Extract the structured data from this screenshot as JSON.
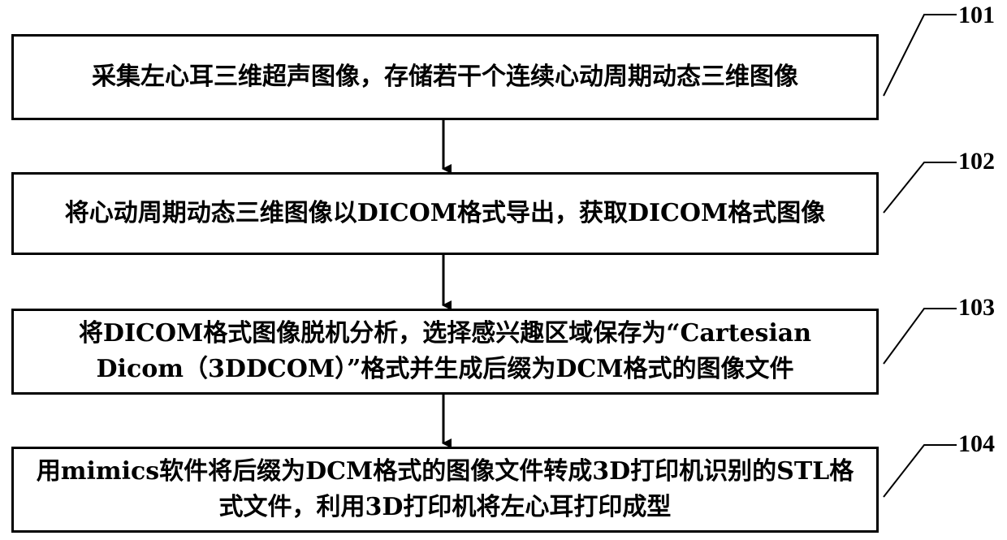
{
  "steps": [
    {
      "number": "101",
      "lines": [
        "采集左心耳三维超声图像，存储若干个连续心动周期动态三维图像"
      ]
    },
    {
      "number": "102",
      "lines": [
        "将心动周期动态三维图像以DICOM格式导出，获取DICOM格式图像"
      ]
    },
    {
      "number": "103",
      "lines": [
        "将DICOM格式图像脱机分析，选择感兴趣区域保存为“Cartesian",
        "Dicom（3DDCOM）”格式并生成后缀为DCM格式的图像文件"
      ]
    },
    {
      "number": "104",
      "lines": [
        "用mimics软件将后缀为DCM格式的图像文件转成3D打印机识别的STL格",
        "式文件，利用3D打印机将左心耳打印成型"
      ]
    }
  ]
}
